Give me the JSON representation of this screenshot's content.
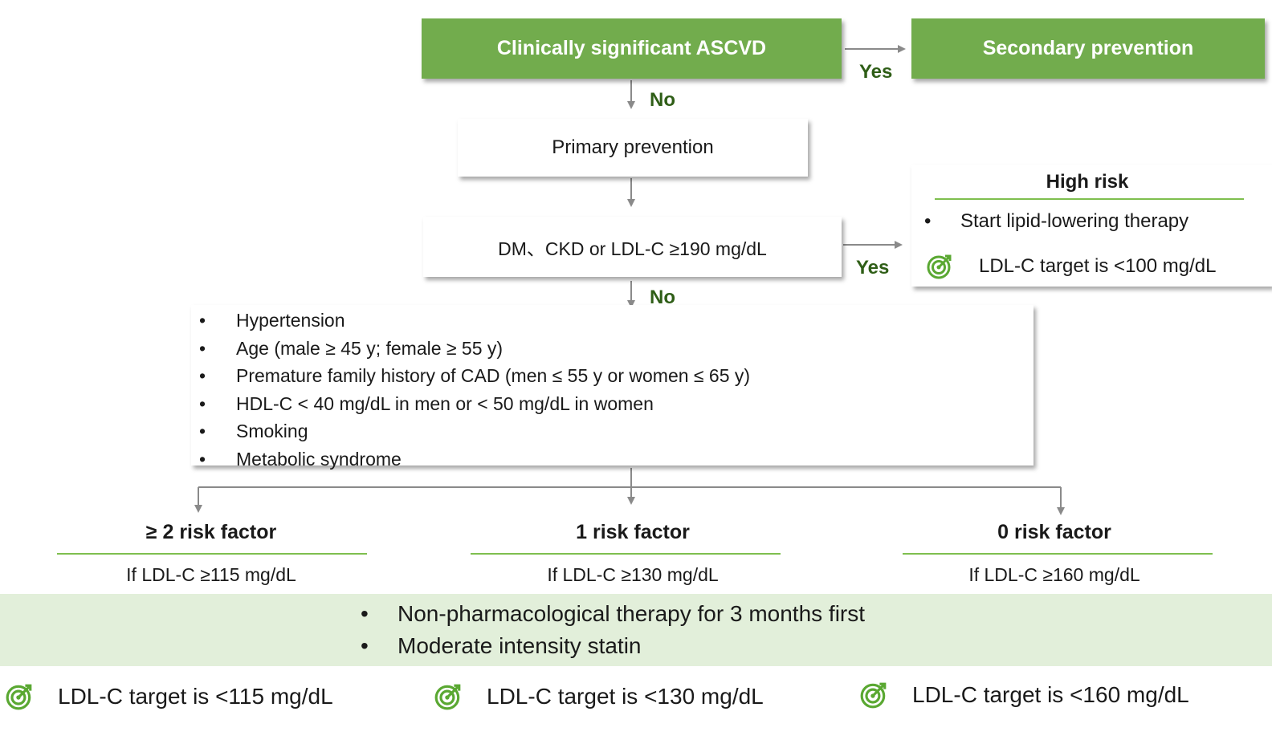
{
  "colors": {
    "header_green": "#72ac4d",
    "label_green": "#2f5e17",
    "band_green": "#e2efda",
    "rule_green": "#7fbf4f",
    "arrow_gray": "#8a8a8a"
  },
  "nodes": {
    "ascvd": "Clinically significant ASCVD",
    "secondary": "Secondary prevention",
    "primary": "Primary prevention",
    "dm_ckd": "DM、CKD or LDL-C ≥190 mg/dL"
  },
  "edge_labels": {
    "ascvd_yes": "Yes",
    "ascvd_no": "No",
    "dm_yes": "Yes",
    "dm_no": "No"
  },
  "high_risk": {
    "title": "High risk",
    "bullet": "Start lipid-lowering therapy",
    "target": "LDL-C target is <100 mg/dL",
    "target_icon": "target-icon"
  },
  "risk_factors": [
    "Hypertension",
    "Age (male ≥ 45 y; female ≥ 55 y)",
    "Premature family history of CAD (men ≤ 55 y or women ≤ 65 y)",
    "HDL-C < 40 mg/dL in men or < 50 mg/dL in women",
    "Smoking",
    "Metabolic syndrome"
  ],
  "columns": [
    {
      "heading": "≥ 2 risk factor",
      "condition": "If LDL-C ≥115 mg/dL",
      "target": "LDL-C target is <115 mg/dL"
    },
    {
      "heading": "1 risk factor",
      "condition": "If LDL-C ≥130 mg/dL",
      "target": "LDL-C target is <130 mg/dL"
    },
    {
      "heading": "0 risk factor",
      "condition": "If LDL-C ≥160 mg/dL",
      "target": "LDL-C target is <160 mg/dL"
    }
  ],
  "therapy": [
    "Non-pharmacological therapy for 3 months first",
    "Moderate intensity statin"
  ]
}
